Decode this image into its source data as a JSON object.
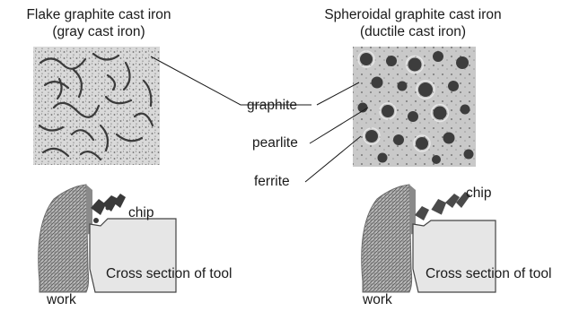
{
  "left": {
    "title_line1": "Flake graphite cast iron",
    "title_line2": "(gray cast iron)",
    "chip_label": "chip",
    "tool_label": "Cross section of tool",
    "work_label": "work"
  },
  "right": {
    "title_line1": "Spheroidal graphite cast iron",
    "title_line2": "(ductile cast iron)",
    "chip_label": "chip",
    "tool_label": "Cross section of tool",
    "work_label": "work"
  },
  "legend": {
    "graphite": "graphite",
    "pearlite": "pearlite",
    "ferrite": "ferrite"
  }
}
